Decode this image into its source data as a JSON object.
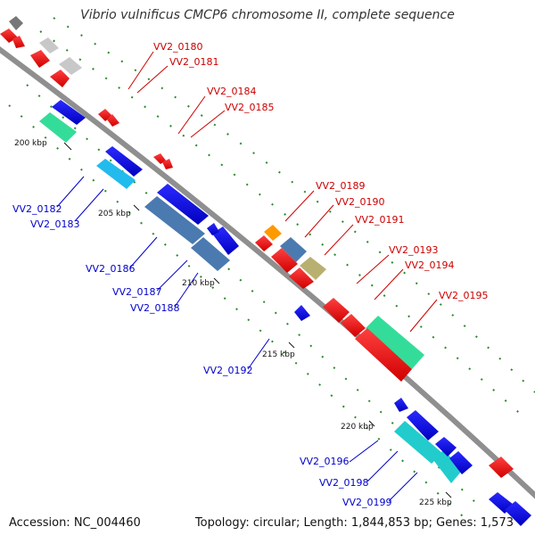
{
  "title": "Vibrio vulnificus CMCP6 chromosome II, complete sequence",
  "accession": "Accession: NC_004460",
  "topology": "Topology: circular; Length: 1,844,853 bp; Genes: 1,573",
  "colors": {
    "backbone": "#8f8f8f",
    "label_red": "#cc0000",
    "label_blue": "#0000cc",
    "tick_green": "#2a8a2a"
  },
  "ticks": [
    {
      "label": "200 kbp"
    },
    {
      "label": "205 kbp"
    },
    {
      "label": "210 kbp"
    },
    {
      "label": "215 kbp"
    },
    {
      "label": "220 kbp"
    },
    {
      "label": "225 kbp"
    }
  ],
  "red_labels": [
    "VV2_0180",
    "VV2_0181",
    "VV2_0184",
    "VV2_0185",
    "VV2_0189",
    "VV2_0190",
    "VV2_0191",
    "VV2_0193",
    "VV2_0194",
    "VV2_0195"
  ],
  "blue_labels": [
    "VV2_0182",
    "VV2_0183",
    "VV2_0186",
    "VV2_0187",
    "VV2_0188",
    "VV2_0192",
    "VV2_0196",
    "VV2_0198",
    "VV2_0199"
  ]
}
